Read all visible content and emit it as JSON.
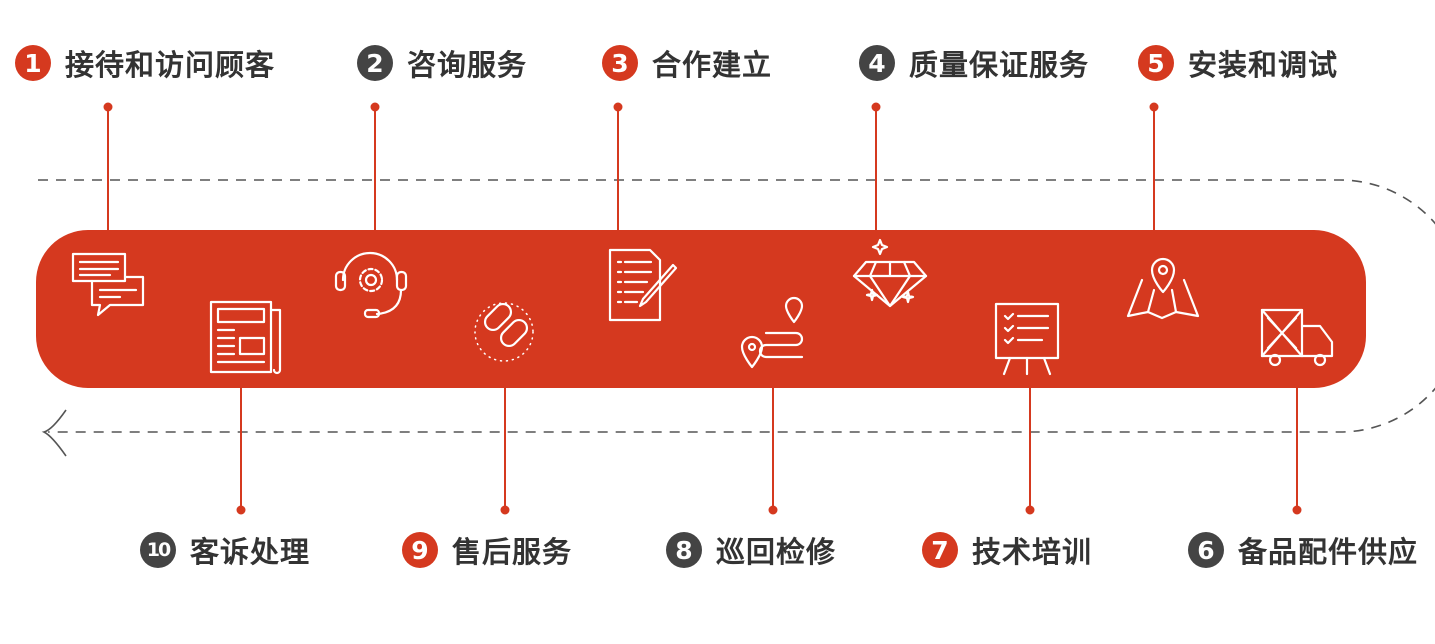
{
  "colors": {
    "accent": "#d5391f",
    "dark": "#444444",
    "text": "#333333"
  },
  "steps": [
    {
      "num": "1",
      "label": "接待和访问顾客",
      "icon": "chat-bubbles-icon",
      "badge": "red"
    },
    {
      "num": "2",
      "label": "咨询服务",
      "icon": "headset-gear-icon",
      "badge": "dark"
    },
    {
      "num": "3",
      "label": "合作建立",
      "icon": "contract-pen-icon",
      "badge": "red"
    },
    {
      "num": "4",
      "label": "质量保证服务",
      "icon": "diamond-icon",
      "badge": "dark"
    },
    {
      "num": "5",
      "label": "安装和调试",
      "icon": "map-pin-icon",
      "badge": "red"
    },
    {
      "num": "6",
      "label": "备品配件供应",
      "icon": "truck-icon",
      "badge": "dark"
    },
    {
      "num": "7",
      "label": "技术培训",
      "icon": "presentation-board-icon",
      "badge": "red"
    },
    {
      "num": "8",
      "label": "巡回检修",
      "icon": "route-icon",
      "badge": "dark"
    },
    {
      "num": "9",
      "label": "售后服务",
      "icon": "chain-link-icon",
      "badge": "red"
    },
    {
      "num": "10",
      "label": "客诉处理",
      "icon": "newspaper-icon",
      "badge": "dark"
    }
  ]
}
